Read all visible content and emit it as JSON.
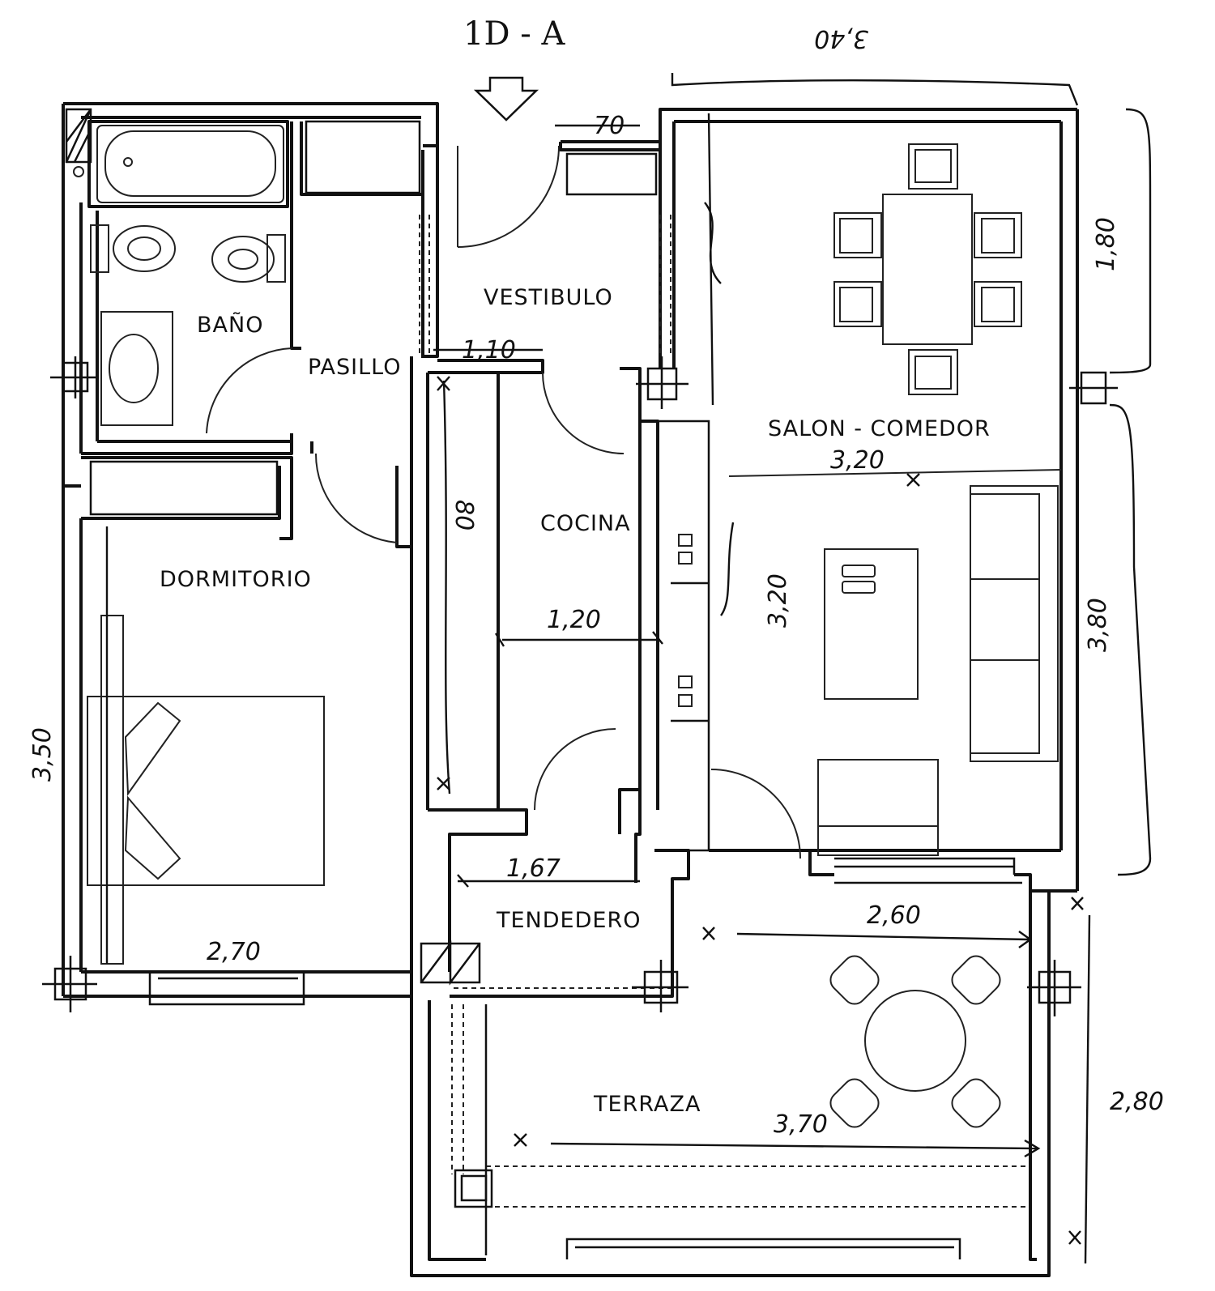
{
  "title": "1D - A",
  "handwritten_top": "3,40",
  "rooms": {
    "bano": "BAÑO",
    "pasillo": "PASILLO",
    "vestibulo": "VESTIBULO",
    "cocina": "COCINA",
    "dormitorio": "DORMITORIO",
    "salon_comedor": "SALON - COMEDOR",
    "tendedero": "TENDEDERO",
    "terraza": "TERRAZA"
  },
  "dimensions": {
    "entry_door": "70",
    "vestibulo_width": "1,10",
    "salon_width": "3,20",
    "cocina_width": "1,20",
    "cocina_length": "3,20",
    "cocina_side": "80",
    "tendedero_width": "1,67",
    "dormitorio_width": "2,70",
    "dormitorio_length": "3,50",
    "terraza_upper_width": "2,60",
    "terraza_lower_width": "3,70",
    "terraza_depth": "2,80",
    "right_upper": "1,80",
    "right_middle": "3,80"
  }
}
